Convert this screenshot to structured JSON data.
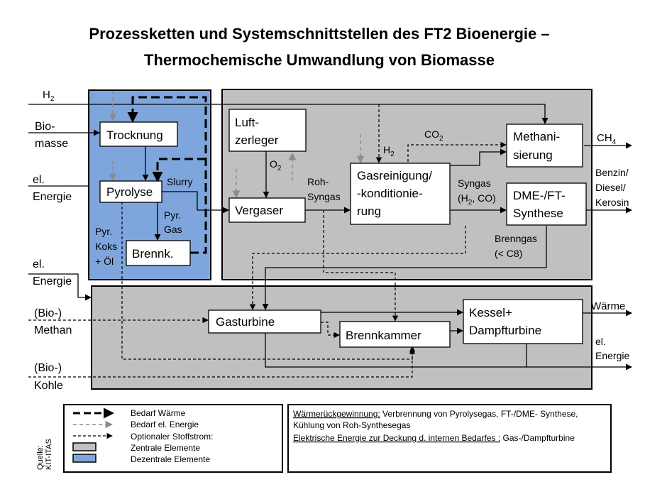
{
  "title": {
    "line1": "Prozessketten und Systemschnittstellen des FT2 Bioenergie –",
    "line2": "Thermochemische Umwandlung von Biomasse"
  },
  "boxes": {
    "trocknung": "Trocknung",
    "pyrolyse": "Pyrolyse",
    "brennk": "Brennk.",
    "luftzerleger_1": "Luft-",
    "luftzerleger_2": "zerleger",
    "vergaser": "Vergaser",
    "gasreinigung_1": "Gasreinigung/",
    "gasreinigung_2": "-konditionie-",
    "gasreinigung_3": "rung",
    "methanisierung_1": "Methani-",
    "methanisierung_2": "sierung",
    "synthese_1": "DME-/FT-",
    "synthese_2": "Synthese",
    "gasturbine": "Gasturbine",
    "brennkammer": "Brennkammer",
    "kessel_1": "Kessel+",
    "kessel_2": "Dampfturbine"
  },
  "labels": {
    "h2_top": "H",
    "h2_top_sub": "2",
    "bio_masse_1": "Bio-",
    "bio_masse_2": "masse",
    "el_energie_1a": "el.",
    "el_energie_1b": "Energie",
    "slurry": "Slurry",
    "pyr_gas_1": "Pyr.",
    "pyr_gas_2": "Gas",
    "pyr_koks_1": "Pyr.",
    "pyr_koks_2": "Koks",
    "pyr_koks_3": "+ Öl",
    "el_energie_2a": "el.",
    "el_energie_2b": "Energie",
    "o2": "O",
    "o2_sub": "2",
    "roh_syngas_1": "Roh-",
    "roh_syngas_2": "Syngas",
    "h2_mid": "H",
    "h2_mid_sub": "2",
    "co2": "CO",
    "co2_sub": "2",
    "syngas_1": "Syngas",
    "syngas_2a": "(H",
    "syngas_2sub": "2",
    "syngas_2b": ", CO)",
    "ch4": "CH",
    "ch4_sub": "4",
    "benzin_1": "Benzin/",
    "benzin_2": "Diesel/",
    "benzin_3": "Kerosin",
    "brenngas_1": "Brenngas",
    "brenngas_2": "(< C8)",
    "bio_methan_1": "(Bio-)",
    "bio_methan_2": "Methan",
    "bio_kohle_1": "(Bio-)",
    "bio_kohle_2": "Kohle",
    "waerme": "Wärme",
    "el_energie_out_1": "el.",
    "el_energie_out_2": "Energie",
    "quelle_1": "Quelle:",
    "quelle_2": "KIT-ITAS"
  },
  "legend": {
    "bedarf_waerme": "Bedarf Wärme",
    "bedarf_el": "Bedarf el. Energie",
    "optional": "Optionaler Stoffstrom:",
    "zentrale": "Zentrale Elemente",
    "dezentrale": "Dezentrale Elemente"
  },
  "notes": {
    "line1_u": "Wärmerückgewinnung:",
    "line1_rest": " Verbrennung von Pyrolysegas, FT-/DME- Synthese,",
    "line2": "Kühlung von Roh-Synthesegas",
    "line3_u": "Elektrische Energie zur Deckung d. internen Bedarfes :",
    "line3_rest": "  Gas-/Dampfturbine"
  },
  "colors": {
    "central": "#c0c0c0",
    "decentral": "#7ea6dc",
    "grey_dash": "#8c8c8c"
  }
}
